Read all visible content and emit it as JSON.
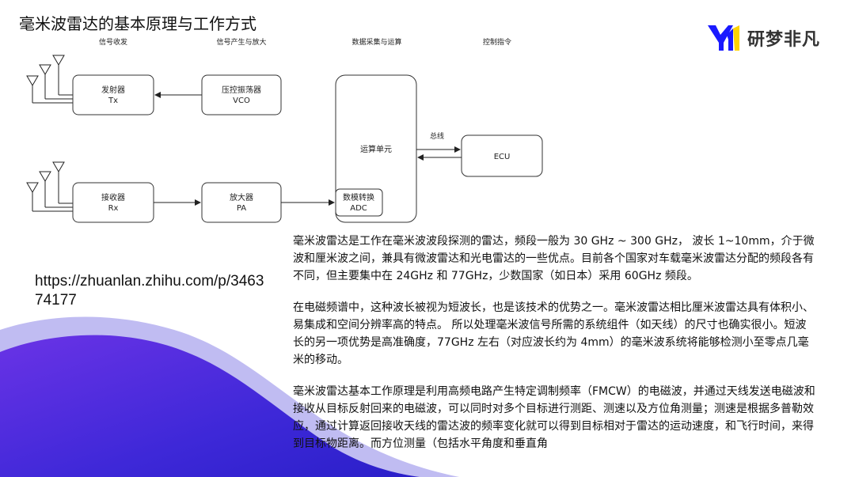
{
  "title": "毫米波雷达的基本原理与工作方式",
  "logo": {
    "text": "研梦非凡",
    "colors": {
      "primary": "#1a1aff",
      "accent": "#ffd400"
    }
  },
  "diagram": {
    "sections": [
      "信号收发",
      "信号产生与放大",
      "数据采集与运算",
      "控制指令"
    ],
    "tx": {
      "name": "发射器",
      "sub": "Tx"
    },
    "vco": {
      "name": "压控振荡器",
      "sub": "VCO"
    },
    "rx": {
      "name": "接收器",
      "sub": "Rx"
    },
    "pa": {
      "name": "放大器",
      "sub": "PA"
    },
    "cpu": {
      "name": "运算单元"
    },
    "adc": {
      "name": "数模转换",
      "sub": "ADC"
    },
    "ecu": {
      "name": "ECU"
    },
    "bus_label": "总线"
  },
  "url": "https://zhuanlan.zhihu.com/p/346374177",
  "paragraphs": [
    "毫米波雷达是工作在毫米波波段探测的雷达，频段一般为 30 GHz ~ 300 GHz， 波长 1~10mm，介于微波和厘米波之间，兼具有微波雷达和光电雷达的一些优点。目前各个国家对车载毫米波雷达分配的频段各有不同，但主要集中在 24GHz 和 77GHz，少数国家（如日本）采用 60GHz 频段。",
    "在电磁频谱中，这种波长被视为短波长，也是该技术的优势之一。毫米波雷达相比厘米波雷达具有体积小、易集成和空间分辨率高的特点。 所以处理毫米波信号所需的系统组件（如天线）的尺寸也确实很小。短波长的另一项优势是高准确度，77GHz 左右（对应波长约为 4mm）的毫米波系统将能够检测小至零点几毫米的移动。",
    "毫米波雷达基本工作原理是利用高频电路产生特定调制频率（FMCW）的电磁波，并通过天线发送电磁波和接收从目标反射回来的电磁波，可以同时对多个目标进行测距、测速以及方位角测量；测速是根据多普勒效应，通过计算返回接收天线的雷达波的频率变化就可以得到目标相对于雷达的运动速度，和飞行时间，来得到目标物距离。而方位测量（包括水平角度和垂直角"
  ]
}
